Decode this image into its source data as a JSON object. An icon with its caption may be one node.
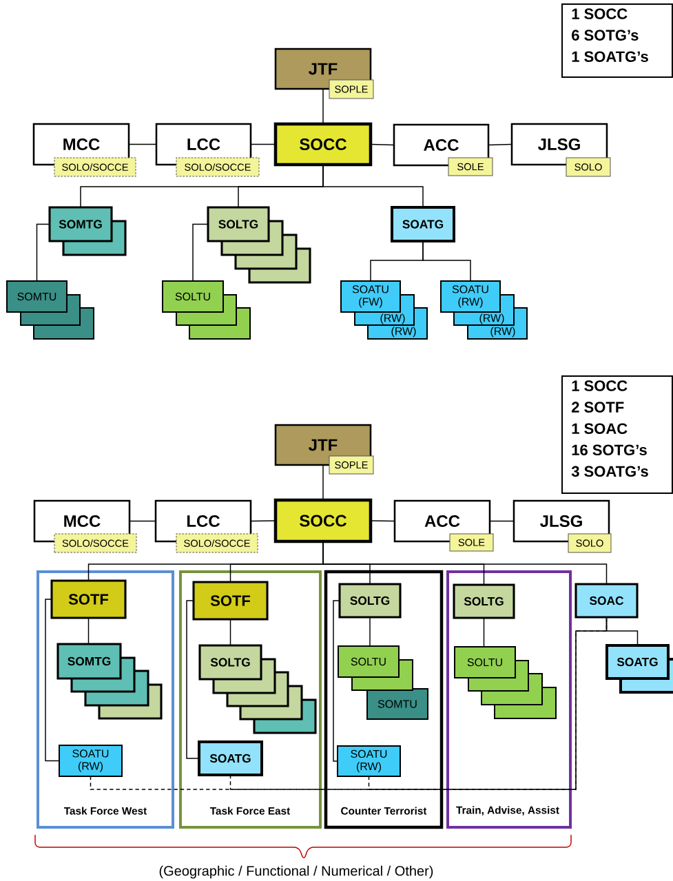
{
  "diagram": {
    "nodes": [
      {
        "text": [
          "1 SOCC",
          "6 SOTG’s",
          "1 SOATG’s"
        ]
      },
      {
        "text": [
          "JTF"
        ]
      },
      {
        "text": [
          "SOPLE"
        ]
      },
      {
        "text": [
          "MCC"
        ]
      },
      {
        "text": [
          "SOLO/SOCCE"
        ]
      },
      {
        "text": [
          "LCC"
        ]
      },
      {
        "text": [
          "SOLO/SOCCE"
        ]
      },
      {
        "text": [
          "SOCC"
        ]
      },
      {
        "text": [
          "ACC"
        ]
      },
      {
        "text": [
          "SOLE"
        ]
      },
      {
        "text": [
          "JLSG"
        ]
      },
      {
        "text": [
          "SOLO"
        ]
      },
      {
        "text": [
          "SOMTG"
        ]
      },
      {
        "text": [
          "SOLTG"
        ]
      },
      {
        "text": [
          "SOATG"
        ]
      },
      {
        "text": [
          "SOMTU"
        ]
      },
      {
        "text": [
          "SOLTU"
        ]
      },
      {
        "text": [
          "SOATU (FW)",
          "(RW)",
          "(RW)"
        ]
      },
      {
        "text": [
          "SOATU (RW)",
          "(RW)",
          "(RW)"
        ]
      },
      {
        "text": [
          "1 SOCC",
          "2 SOTF",
          "1 SOAC",
          "16 SOTG’s",
          "3 SOATG’s"
        ]
      },
      {
        "text": [
          "JTF"
        ]
      },
      {
        "text": [
          "SOPLE"
        ]
      },
      {
        "text": [
          "MCC"
        ]
      },
      {
        "text": [
          "SOLO/SOCCE"
        ]
      },
      {
        "text": [
          "LCC"
        ]
      },
      {
        "text": [
          "SOLO/SOCCE"
        ]
      },
      {
        "text": [
          "SOCC"
        ]
      },
      {
        "text": [
          "ACC"
        ]
      },
      {
        "text": [
          "SOLE"
        ]
      },
      {
        "text": [
          "JLSG"
        ]
      },
      {
        "text": [
          "SOLO"
        ]
      },
      {
        "text": [
          "Task Force West"
        ]
      },
      {
        "text": [
          "SOTF"
        ],
        "in": 31
      },
      {
        "text": [
          "SOMTG"
        ],
        "in": 31
      },
      {
        "text": [
          "SOATU (RW)"
        ],
        "in": 31
      },
      {
        "text": [
          "Task Force East"
        ]
      },
      {
        "text": [
          "SOTF"
        ],
        "in": 35
      },
      {
        "text": [
          "SOLTG"
        ],
        "in": 35
      },
      {
        "text": [
          "SOATG"
        ],
        "in": 35
      },
      {
        "text": [
          "Counter Terrorist"
        ]
      },
      {
        "text": [
          "SOLTG"
        ],
        "in": 39
      },
      {
        "text": [
          "SOLTU"
        ],
        "in": 39
      },
      {
        "text": [
          "SOMTU"
        ],
        "in": 39
      },
      {
        "text": [
          "SOATU (RW)"
        ],
        "in": 39
      },
      {
        "text": [
          "Train, Advise, Assist"
        ]
      },
      {
        "text": [
          "SOLTG"
        ],
        "in": 44
      },
      {
        "text": [
          "SOLTU"
        ],
        "in": 44
      },
      {
        "text": [
          "SOAC"
        ]
      },
      {
        "text": [
          "SOATG"
        ]
      }
    ],
    "edges": [
      {
        "from": 1,
        "to": 7,
        "arrow": "none"
      },
      {
        "from": 3,
        "to": 5,
        "arrow": "none"
      },
      {
        "from": 5,
        "to": 7,
        "arrow": "none"
      },
      {
        "from": 7,
        "to": 8,
        "arrow": "none"
      },
      {
        "from": 8,
        "to": 10,
        "arrow": "none"
      },
      {
        "from": 7,
        "to": 12,
        "arrow": "none"
      },
      {
        "from": 7,
        "to": 13,
        "arrow": "none"
      },
      {
        "from": 7,
        "to": 14,
        "arrow": "none"
      },
      {
        "from": 12,
        "to": 15,
        "arrow": "none"
      },
      {
        "from": 13,
        "to": 16,
        "arrow": "none"
      },
      {
        "from": 14,
        "to": 17,
        "arrow": "none"
      },
      {
        "from": 14,
        "to": 18,
        "arrow": "none"
      },
      {
        "from": 20,
        "to": 26,
        "arrow": "none"
      },
      {
        "from": 22,
        "to": 24,
        "arrow": "none"
      },
      {
        "from": 24,
        "to": 26,
        "arrow": "none"
      },
      {
        "from": 26,
        "to": 27,
        "arrow": "none"
      },
      {
        "from": 27,
        "to": 29,
        "arrow": "none"
      },
      {
        "from": 26,
        "to": 32,
        "arrow": "none"
      },
      {
        "from": 26,
        "to": 36,
        "arrow": "none"
      },
      {
        "from": 26,
        "to": 40,
        "arrow": "none"
      },
      {
        "from": 26,
        "to": 45,
        "arrow": "none"
      },
      {
        "from": 26,
        "to": 47,
        "arrow": "none"
      },
      {
        "from": 32,
        "to": 33,
        "arrow": "none"
      },
      {
        "from": 32,
        "to": 34,
        "arrow": "none"
      },
      {
        "from": 36,
        "to": 37,
        "arrow": "none"
      },
      {
        "from": 36,
        "to": 38,
        "arrow": "none"
      },
      {
        "from": 40,
        "to": 41,
        "arrow": "none"
      },
      {
        "from": 40,
        "to": 43,
        "arrow": "none"
      },
      {
        "from": 45,
        "to": 46,
        "arrow": "none"
      },
      {
        "from": 47,
        "to": 48,
        "arrow": "none"
      },
      {
        "from": 34,
        "to": 47,
        "arrow": "none",
        "style": "dashed"
      },
      {
        "from": 38,
        "to": 47,
        "arrow": "none",
        "style": "dashed"
      },
      {
        "from": 43,
        "to": 47,
        "arrow": "none",
        "style": "dashed"
      }
    ],
    "labels": [
      "(Geographic / Functional / Numerical / Other)"
    ]
  }
}
